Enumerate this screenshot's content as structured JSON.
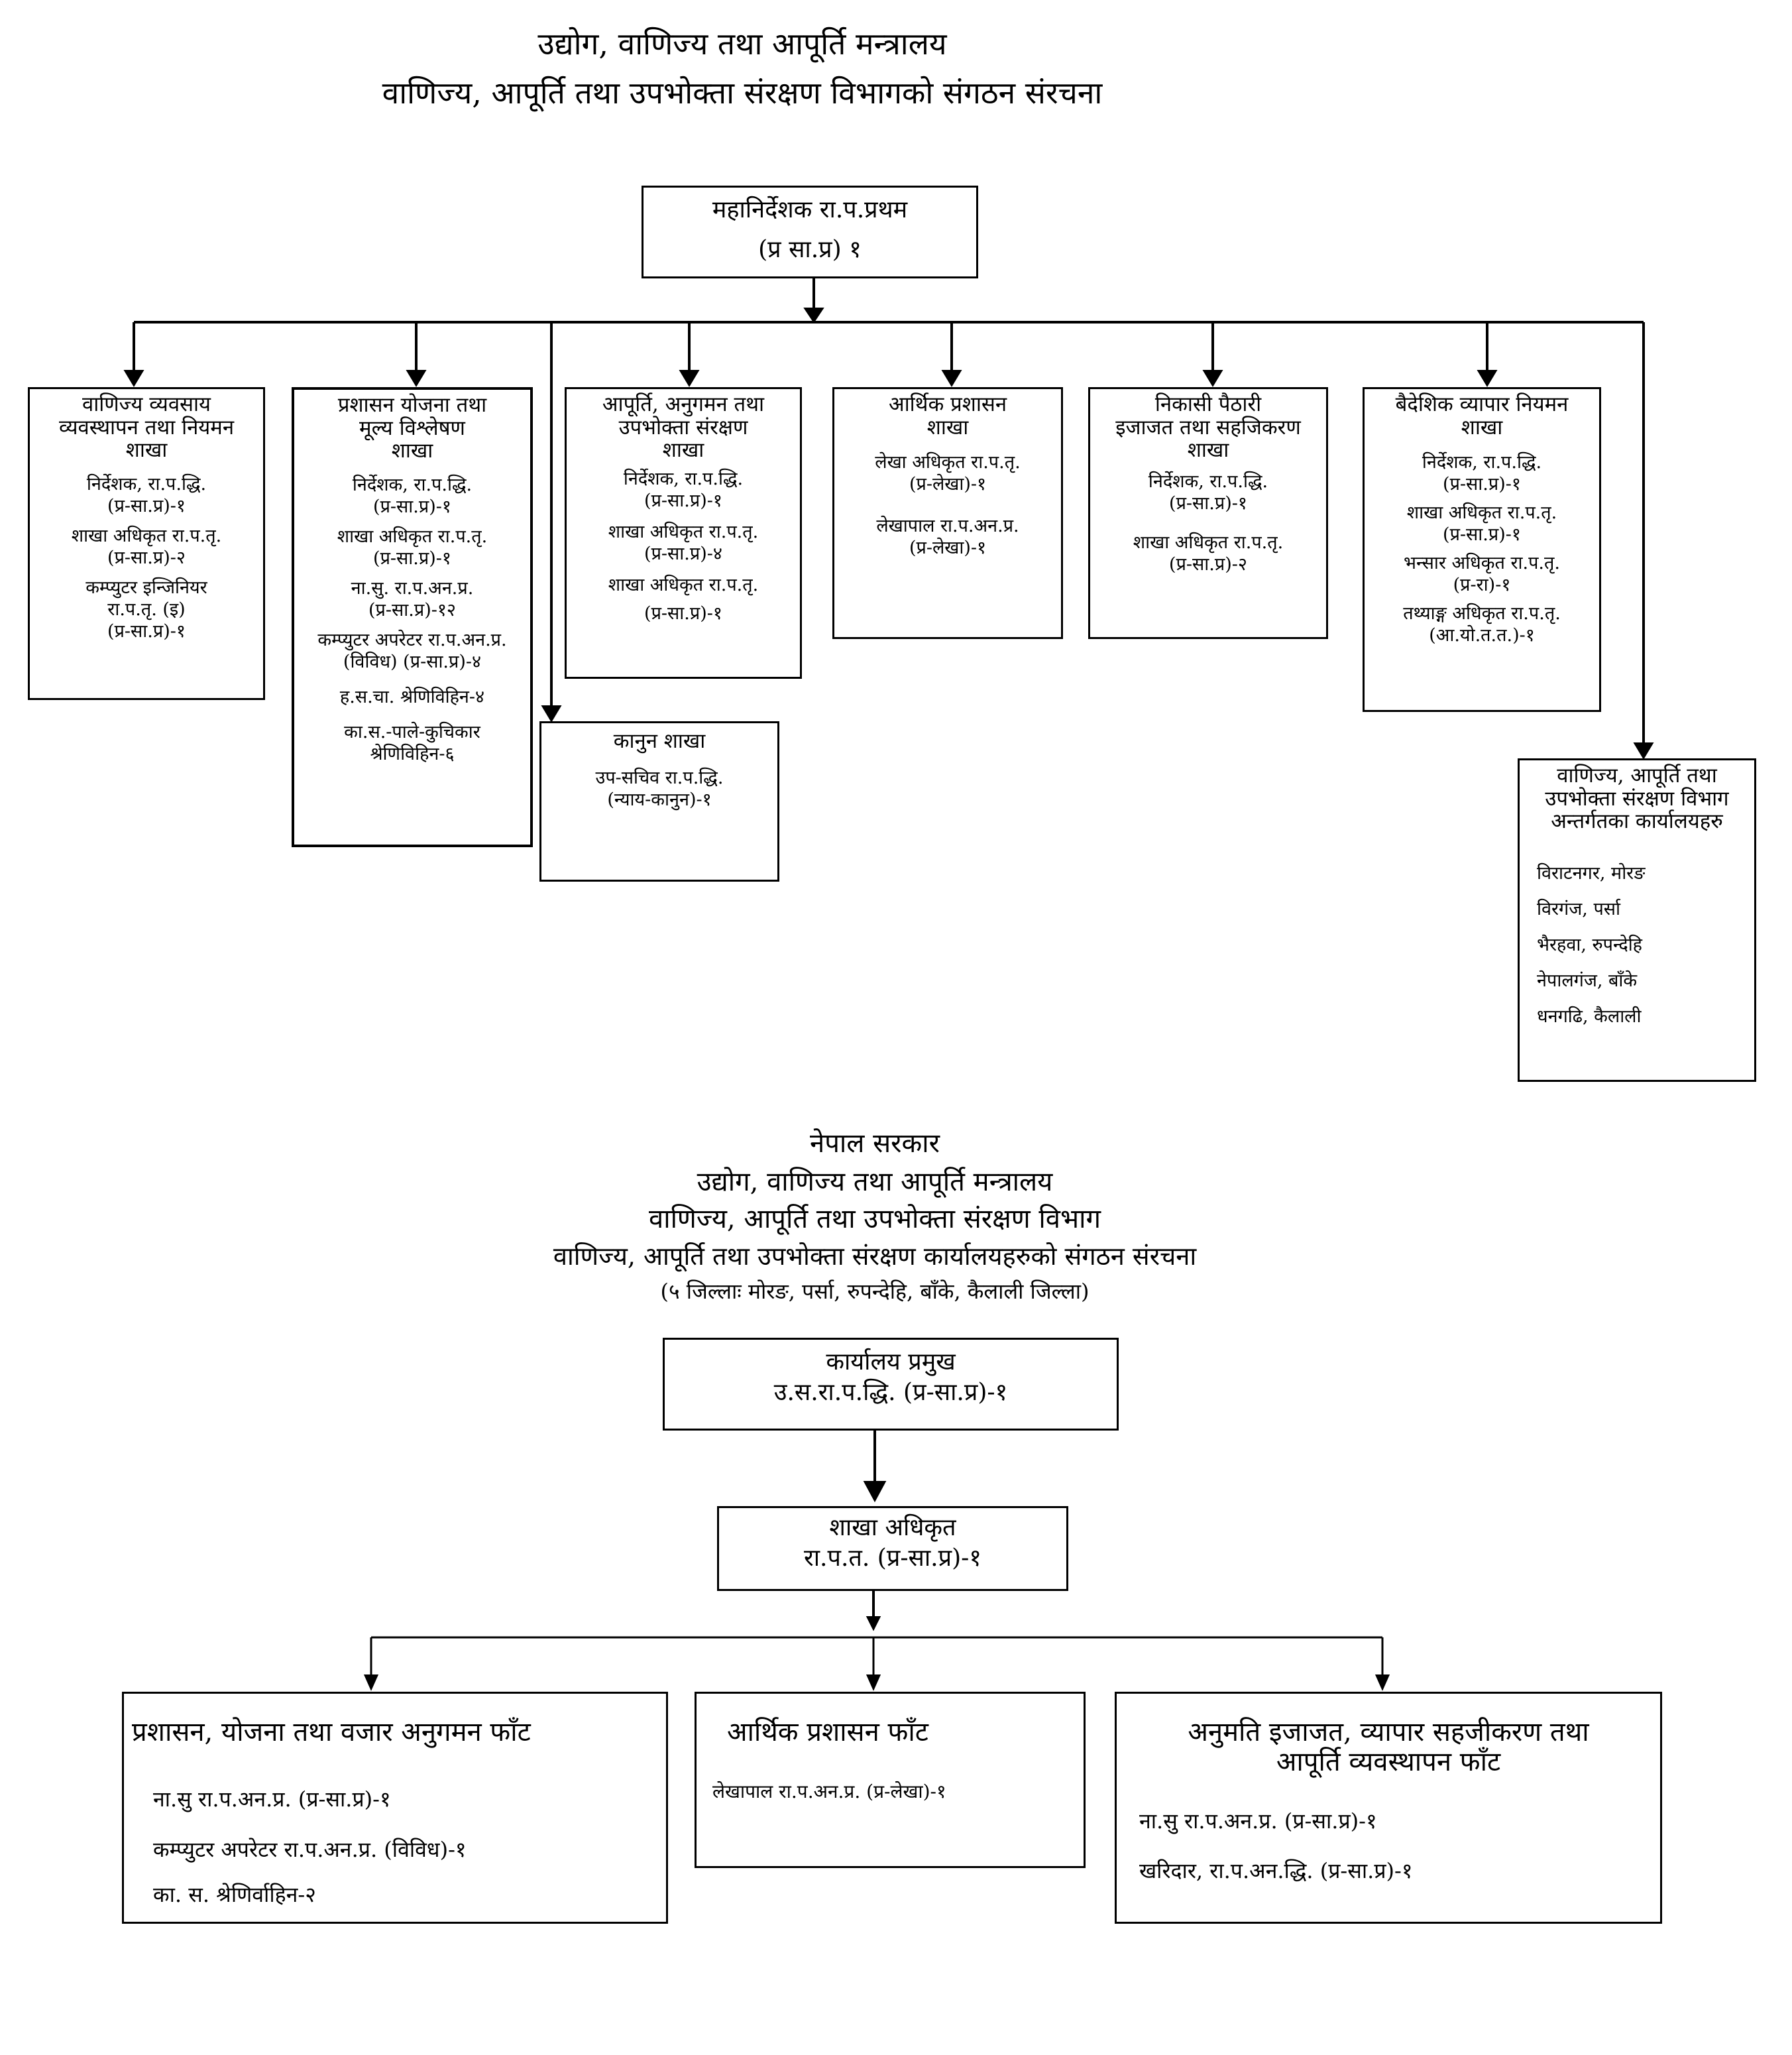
{
  "top": {
    "title_line1": "उद्योग, वाणिज्य तथा आपूर्ति मन्त्रालय",
    "title_line2": "वाणिज्य, आपूर्ति तथा उपभोक्ता संरक्षण विभागको संगठन संरचना",
    "head": {
      "title": "महानिर्देशक रा.प.प्रथम",
      "sub": "(प्र सा.प्र) १"
    },
    "branches": [
      {
        "title": [
          "वाणिज्य व्यवसाय",
          "व्यवस्थापन तथा नियमन",
          "शाखा"
        ],
        "posts": [
          "निर्देशक, रा.प.द्धि.",
          "(प्र-सा.प्र)-१",
          "शाखा अधिकृत रा.प.तृ.",
          "(प्र-सा.प्र)-२",
          "कम्प्युटर इन्जिनियर",
          "रा.प.तृ. (इ)",
          "(प्र-सा.प्र)-१"
        ]
      },
      {
        "title": [
          "प्रशासन योजना तथा",
          "मूल्य विश्लेषण",
          "शाखा"
        ],
        "posts": [
          "निर्देशक, रा.प.द्धि.",
          "(प्र-सा.प्र)-१",
          "शाखा अधिकृत रा.प.तृ.",
          "(प्र-सा.प्र)-१",
          "ना.सु. रा.प.अन.प्र.",
          "(प्र-सा.प्र)-१२",
          "कम्प्युटर अपरेटर रा.प.अन.प्र.",
          "(विविध) (प्र-सा.प्र)-४",
          "ह.स.चा. श्रेणिविहिन-४",
          "का.स.-पाले-कुचिकार",
          "श्रेणिविहिन-६"
        ]
      },
      {
        "title": [
          "आपूर्ति, अनुगमन तथा",
          "उपभोक्ता संरक्षण",
          "शाखा"
        ],
        "posts": [
          "निर्देशक, रा.प.द्धि.",
          "(प्र-सा.प्र)-१",
          "शाखा अधिकृत रा.प.तृ.",
          "(प्र-सा.प्र)-४",
          "शाखा अधिकृत रा.प.तृ.",
          "(प्र-सा.प्र)-१"
        ]
      },
      {
        "title": [
          "आर्थिक प्रशासन",
          "शाखा"
        ],
        "posts": [
          "लेखा अधिकृत रा.प.तृ.",
          "(प्र-लेखा)-१",
          "लेखापाल रा.प.अन.प्र.",
          "(प्र-लेखा)-१"
        ]
      },
      {
        "title": [
          "निकासी पैठारी",
          "इजाजत तथा सहजिकरण",
          "शाखा"
        ],
        "posts": [
          "निर्देशक, रा.प.द्धि.",
          "(प्र-सा.प्र)-१",
          "शाखा अधिकृत रा.प.तृ.",
          "(प्र-सा.प्र)-२"
        ]
      },
      {
        "title": [
          "बैदेशिक व्यापार नियमन",
          "शाखा"
        ],
        "posts": [
          "निर्देशक, रा.प.द्धि.",
          "(प्र-सा.प्र)-१",
          "शाखा अधिकृत रा.प.तृ.",
          "(प्र-सा.प्र)-१",
          "भन्सार अधिकृत रा.प.तृ.",
          "(प्र-रा)-१",
          "तथ्याङ्ग अधिकृत रा.प.तृ.",
          "(आ.यो.त.त.)-१"
        ]
      }
    ],
    "law": {
      "title": "कानुन शाखा",
      "posts": [
        "उप-सचिव रा.प.द्धि.",
        "(न्याय-कानुन)-१"
      ]
    },
    "offices": {
      "title": [
        "वाणिज्य, आपूर्ति तथा",
        "उपभोक्ता संरक्षण विभाग",
        "अन्तर्गतका कार्यालयहरु"
      ],
      "items": [
        "विराटनगर, मोरङ",
        "विरगंज, पर्सा",
        "भैरहवा, रुपन्देहि",
        "नेपालगंज, बाँके",
        "धनगढि, कैलाली"
      ]
    }
  },
  "bottom": {
    "title_line1": "नेपाल सरकार",
    "title_line2": "उद्योग, वाणिज्य तथा आपूर्ति मन्त्रालय",
    "title_line3": "वाणिज्य, आपूर्ति तथा उपभोक्ता संरक्षण विभाग",
    "title_line4": "वाणिज्य, आपूर्ति तथा उपभोक्ता संरक्षण कार्यालयहरुको संगठन संरचना",
    "title_line5": "(५ जिल्लाः मोरङ, पर्सा, रुपन्देहि, बाँके, कैलाली जिल्ला)",
    "chief": {
      "line1": "कार्यालय प्रमुख",
      "line2": "उ.स.रा.प.द्धि. (प्र-सा.प्र)-१"
    },
    "officer": {
      "line1": "शाखा अधिकृत",
      "line2": "रा.प.त. (प्र-सा.प्र)-१"
    },
    "units": [
      {
        "title": [
          "प्रशासन, योजना तथा वजार अनुगमन फाँट"
        ],
        "posts": [
          "ना.सु रा.प.अन.प्र. (प्र-सा.प्र)-१",
          "कम्प्युटर अपरेटर रा.प.अन.प्र. (विविध)-१",
          "का. स. श्रेणिर्वाहिन-२"
        ]
      },
      {
        "title": [
          "आर्थिक प्रशासन फाँट"
        ],
        "posts": [
          "लेखापाल रा.प.अन.प्र. (प्र-लेखा)-१"
        ]
      },
      {
        "title": [
          "अनुमति इजाजत, व्यापार सहजीकरण तथा",
          "आपूर्ति व्यवस्थापन फाँट"
        ],
        "posts": [
          "ना.सु रा.प.अन.प्र. (प्र-सा.प्र)-१",
          "खरिदार, रा.प.अन.द्धि. (प्र-सा.प्र)-१"
        ]
      }
    ]
  }
}
